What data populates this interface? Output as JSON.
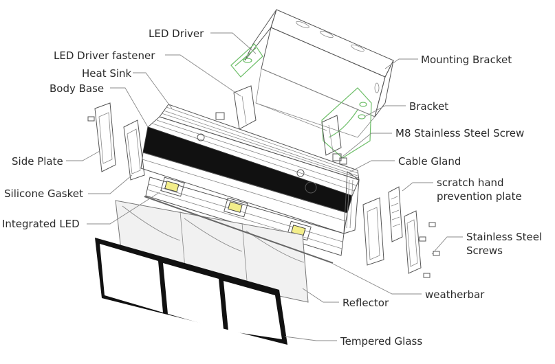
{
  "labels": {
    "led_driver": "LED Driver",
    "led_driver_fastener": "LED Driver fastener",
    "heat_sink": "Heat Sink",
    "body_base": "Body Base",
    "mounting_bracket": "Mounting Bracket",
    "bracket": "Bracket",
    "m8_screw": "M8 Stainless Steel Screw",
    "cable_gland": "Cable Gland",
    "scratch_plate_line1": "scratch hand",
    "scratch_plate_line2": "prevention plate",
    "side_plate": "Side Plate",
    "silicone_gasket": "Silicone Gasket",
    "integrated_led": "Integrated LED",
    "stainless_screws_line1": "Stainless Steel",
    "stainless_screws_line2": "Screws",
    "reflector": "Reflector",
    "weatherbar": "weatherbar",
    "tempered_glass": "Tempered Glass"
  },
  "colors": {
    "line": "#555555",
    "leader": "#8a8a8a",
    "bracket_highlight": "#6fbf6a",
    "heat_sink_face": "#111111",
    "led_chip": "#f3ee8a"
  }
}
